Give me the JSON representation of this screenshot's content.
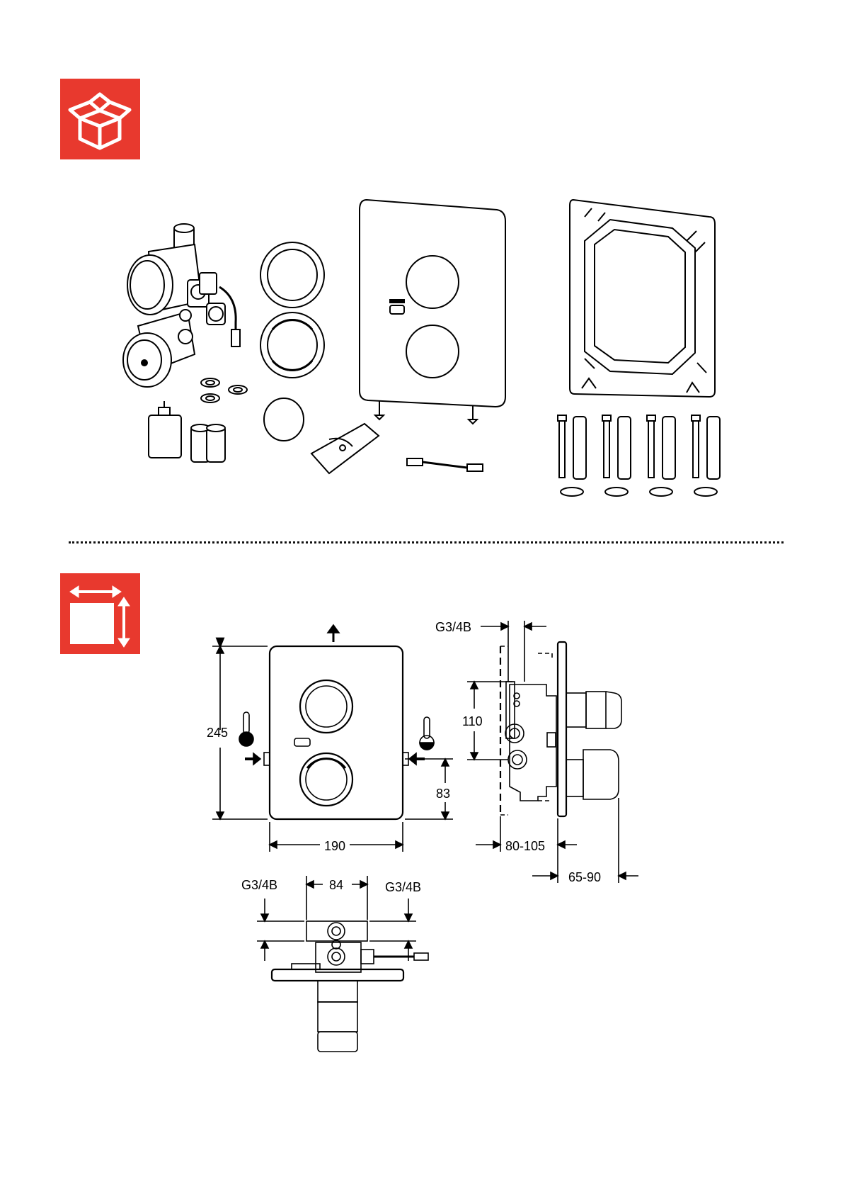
{
  "sections": {
    "scope_of_delivery": {
      "icon": "open-box-icon",
      "icon_color": "#e8392e"
    },
    "dimensions": {
      "icon": "dimensions-icon",
      "icon_color": "#e8392e"
    }
  },
  "dimensions": {
    "front_height": "245",
    "front_width": "190",
    "lower_knob_offset": "83",
    "side_spacing": "110",
    "side_depth_range": "80-105",
    "side_extension_range": "65-90",
    "side_thread": "G3/4B",
    "top_thread_left": "G3/4B",
    "top_thread_right": "G3/4B",
    "top_spacing": "84"
  },
  "colors": {
    "accent": "#e8392e",
    "line": "#000000",
    "fill": "#ffffff"
  }
}
